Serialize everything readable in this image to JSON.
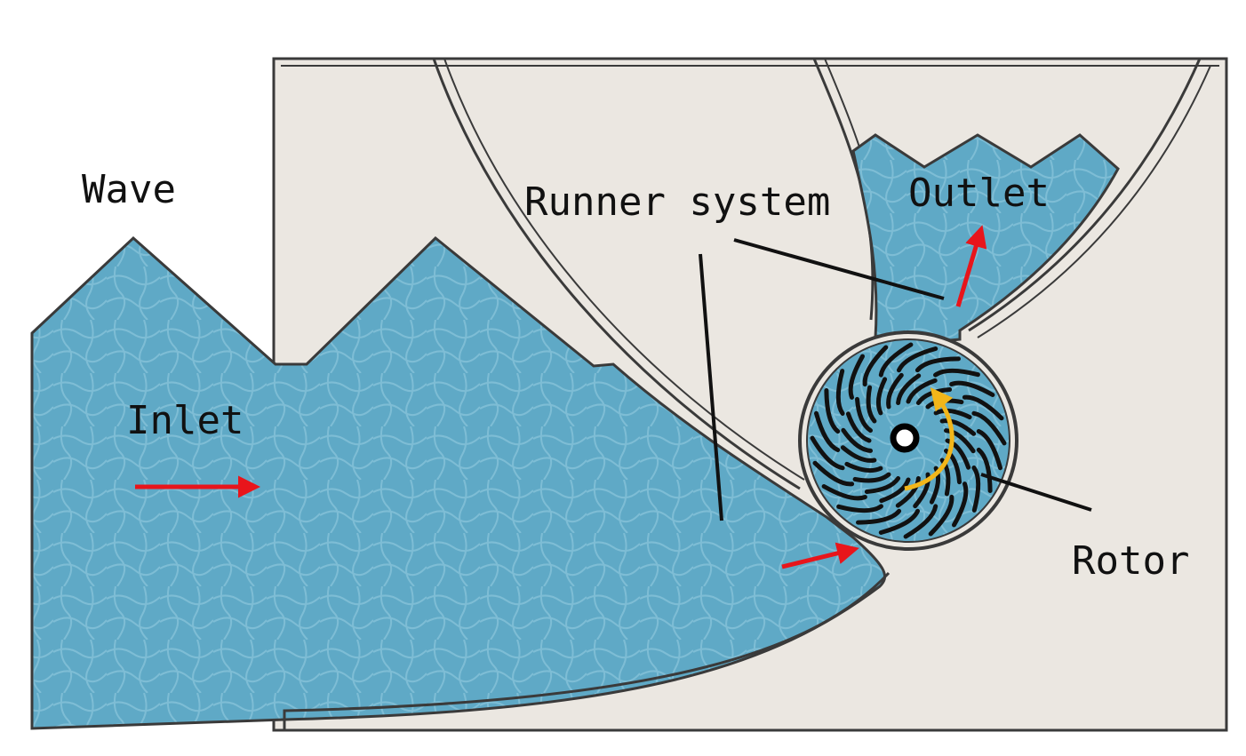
{
  "labels": {
    "wave": "Wave",
    "runner_system": "Runner system",
    "outlet": "Outlet",
    "inlet": "Inlet",
    "rotor": "Rotor"
  },
  "colors": {
    "water": "#5fa9c6",
    "water_light": "#8cc6dc",
    "housing": "#ebe7e1",
    "outline": "#3a3a3a",
    "flow_arrow": "#e8151b",
    "rotation_arrow": "#f2b61a",
    "leader_line": "#111111"
  },
  "rotor": {
    "blade_count": 24
  }
}
